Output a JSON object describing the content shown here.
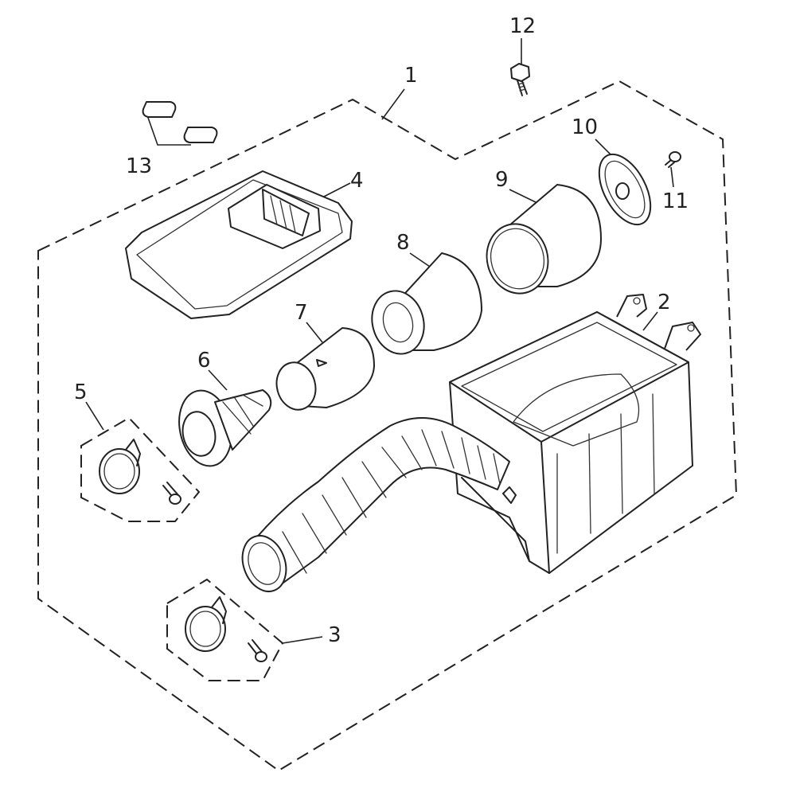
{
  "diagram": {
    "callouts": [
      {
        "id": "1",
        "label": "1"
      },
      {
        "id": "2",
        "label": "2"
      },
      {
        "id": "3",
        "label": "3"
      },
      {
        "id": "4",
        "label": "4"
      },
      {
        "id": "5",
        "label": "5"
      },
      {
        "id": "6",
        "label": "6"
      },
      {
        "id": "7",
        "label": "7"
      },
      {
        "id": "8",
        "label": "8"
      },
      {
        "id": "9",
        "label": "9"
      },
      {
        "id": "10",
        "label": "10"
      },
      {
        "id": "11",
        "label": "11"
      },
      {
        "id": "12",
        "label": "12"
      },
      {
        "id": "13",
        "label": "13"
      }
    ],
    "colors": {
      "line": "#222222",
      "background": "#ffffff"
    }
  }
}
